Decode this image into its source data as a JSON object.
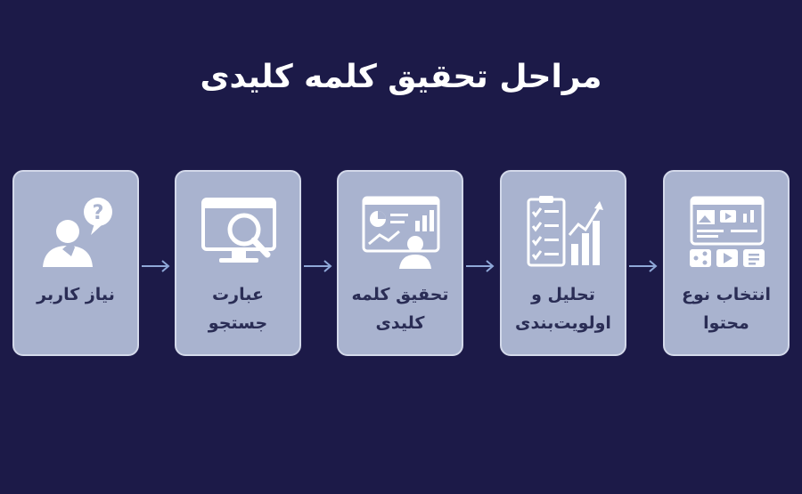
{
  "title": "مراحل تحقیق کلمه کلیدی",
  "steps": [
    {
      "label": "نیاز کاربر",
      "icon": "user-question-icon"
    },
    {
      "label": "عبارت جستجو",
      "icon": "search-monitor-icon"
    },
    {
      "label": "تحقیق کلمه کلیدی",
      "icon": "analytics-dashboard-icon"
    },
    {
      "label": "تحلیل و اولویت‌بندی",
      "icon": "checklist-chart-icon"
    },
    {
      "label": "انتخاب نوع محتوا",
      "icon": "content-types-icon"
    }
  ],
  "colors": {
    "background": "#1c1a48",
    "card": "#a9b3cf",
    "text": "#2a2d55",
    "arrow": "#8fa8d8"
  }
}
